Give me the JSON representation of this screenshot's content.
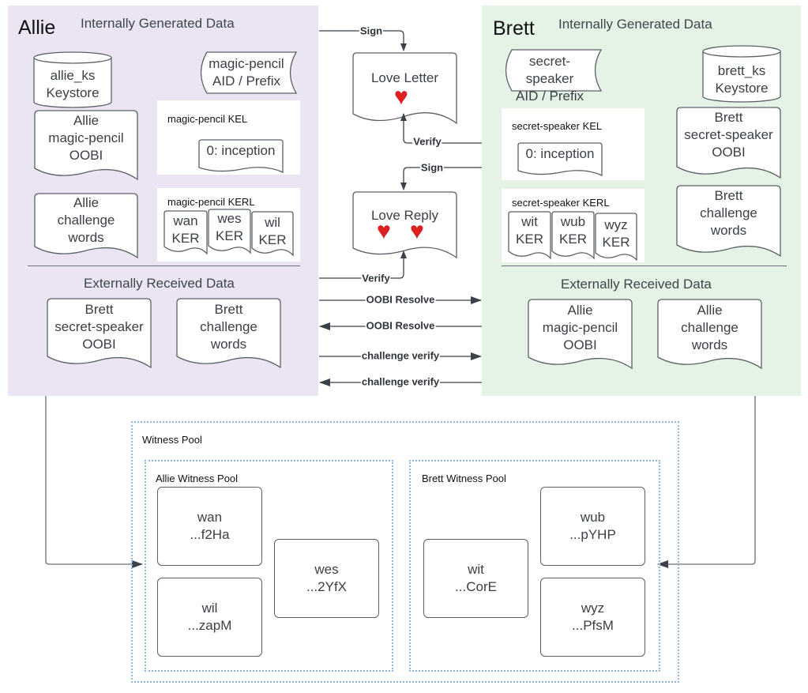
{
  "allie": {
    "name": "Allie",
    "internal_title": "Internally Generated Data",
    "keystore": {
      "line1": "allie_ks",
      "line2": "Keystore"
    },
    "aid": {
      "line1": "magic-pencil",
      "line2": "AID / Prefix"
    },
    "oobi_doc": "Allie\nmagic-pencil\nOOBI",
    "kel": {
      "title": "magic-pencil KEL",
      "event": "0: inception"
    },
    "challenge_doc": "Allie\nchallenge\nwords",
    "kerl": {
      "title": "magic-pencil KERL",
      "items": [
        "wan\nKER",
        "wes\nKER",
        "wil\nKER"
      ]
    },
    "external_title": "Externally Received Data",
    "external": [
      "Brett\nsecret-speaker\nOOBI",
      "Brett\nchallenge\nwords"
    ]
  },
  "brett": {
    "name": "Brett",
    "internal_title": "Internally Generated Data",
    "aid": {
      "line1": "secret-speaker",
      "line2": "AID / Prefix"
    },
    "keystore": {
      "line1": "brett_ks",
      "line2": "Keystore"
    },
    "kel": {
      "title": "secret-speaker KEL",
      "event": "0: inception"
    },
    "oobi_doc": "Brett\nsecret-speaker\nOOBI",
    "kerl": {
      "title": "secret-speaker KERL",
      "items": [
        "wit\nKER",
        "wub\nKER",
        "wyz\nKER"
      ]
    },
    "challenge_doc": "Brett\nchallenge\nwords",
    "external_title": "Externally Received Data",
    "external": [
      "Allie\nmagic-pencil\nOOBI",
      "Allie\nchallenge\nwords"
    ]
  },
  "messages": {
    "love_letter": {
      "label": "Love Letter",
      "hearts": 1
    },
    "love_reply": {
      "label": "Love Reply",
      "hearts": 2
    }
  },
  "edges": {
    "sign_1": "Sign",
    "verify_1": "Verify",
    "sign_2": "Sign",
    "verify_2": "Verify",
    "oobi_resolve_1": "OOBI Resolve",
    "oobi_resolve_2": "OOBI Resolve",
    "challenge_verify_1": "challenge verify",
    "challenge_verify_2": "challenge verify"
  },
  "witness_pool": {
    "title": "Witness Pool",
    "allie_pool": {
      "title": "Allie Witness Pool",
      "witnesses": [
        {
          "name": "wan",
          "id": "...f2Ha"
        },
        {
          "name": "wil",
          "id": "...zapM"
        },
        {
          "name": "wes",
          "id": "...2YfX"
        }
      ]
    },
    "brett_pool": {
      "title": "Brett Witness Pool",
      "witnesses": [
        {
          "name": "wit",
          "id": "...CorE"
        },
        {
          "name": "wub",
          "id": "...pYHP"
        },
        {
          "name": "wyz",
          "id": "...PfsM"
        }
      ]
    }
  },
  "colors": {
    "allie_panel": "#ebe4f3",
    "brett_panel": "#e5f3e6",
    "heart": "#dd1f22",
    "pool_border": "#8fb4e6",
    "arrow": "#3b4148"
  }
}
